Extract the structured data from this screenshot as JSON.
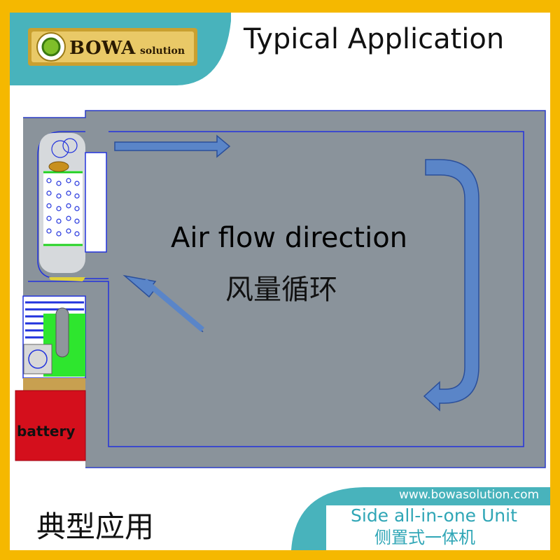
{
  "header": {
    "title": "Typical Application",
    "logo_text": "BOWA",
    "logo_sub": "solution"
  },
  "diagram": {
    "airflow_label": "Air flow direction",
    "airflow_label_cn": "风量循环",
    "battery_label": "battery"
  },
  "footer": {
    "typical_cn": "典型应用",
    "website": "www.bowasolution.com",
    "product": "Side all-in-one Unit",
    "product_cn": "侧置式一体机"
  },
  "colors": {
    "frame": "#f5b800",
    "teal": "#48b3bc",
    "cabinet": "#8a939b",
    "outline": "#2233dd",
    "arrow": "#5a85c8",
    "battery": "#d40f1c",
    "condenser": "#2ee62e"
  }
}
